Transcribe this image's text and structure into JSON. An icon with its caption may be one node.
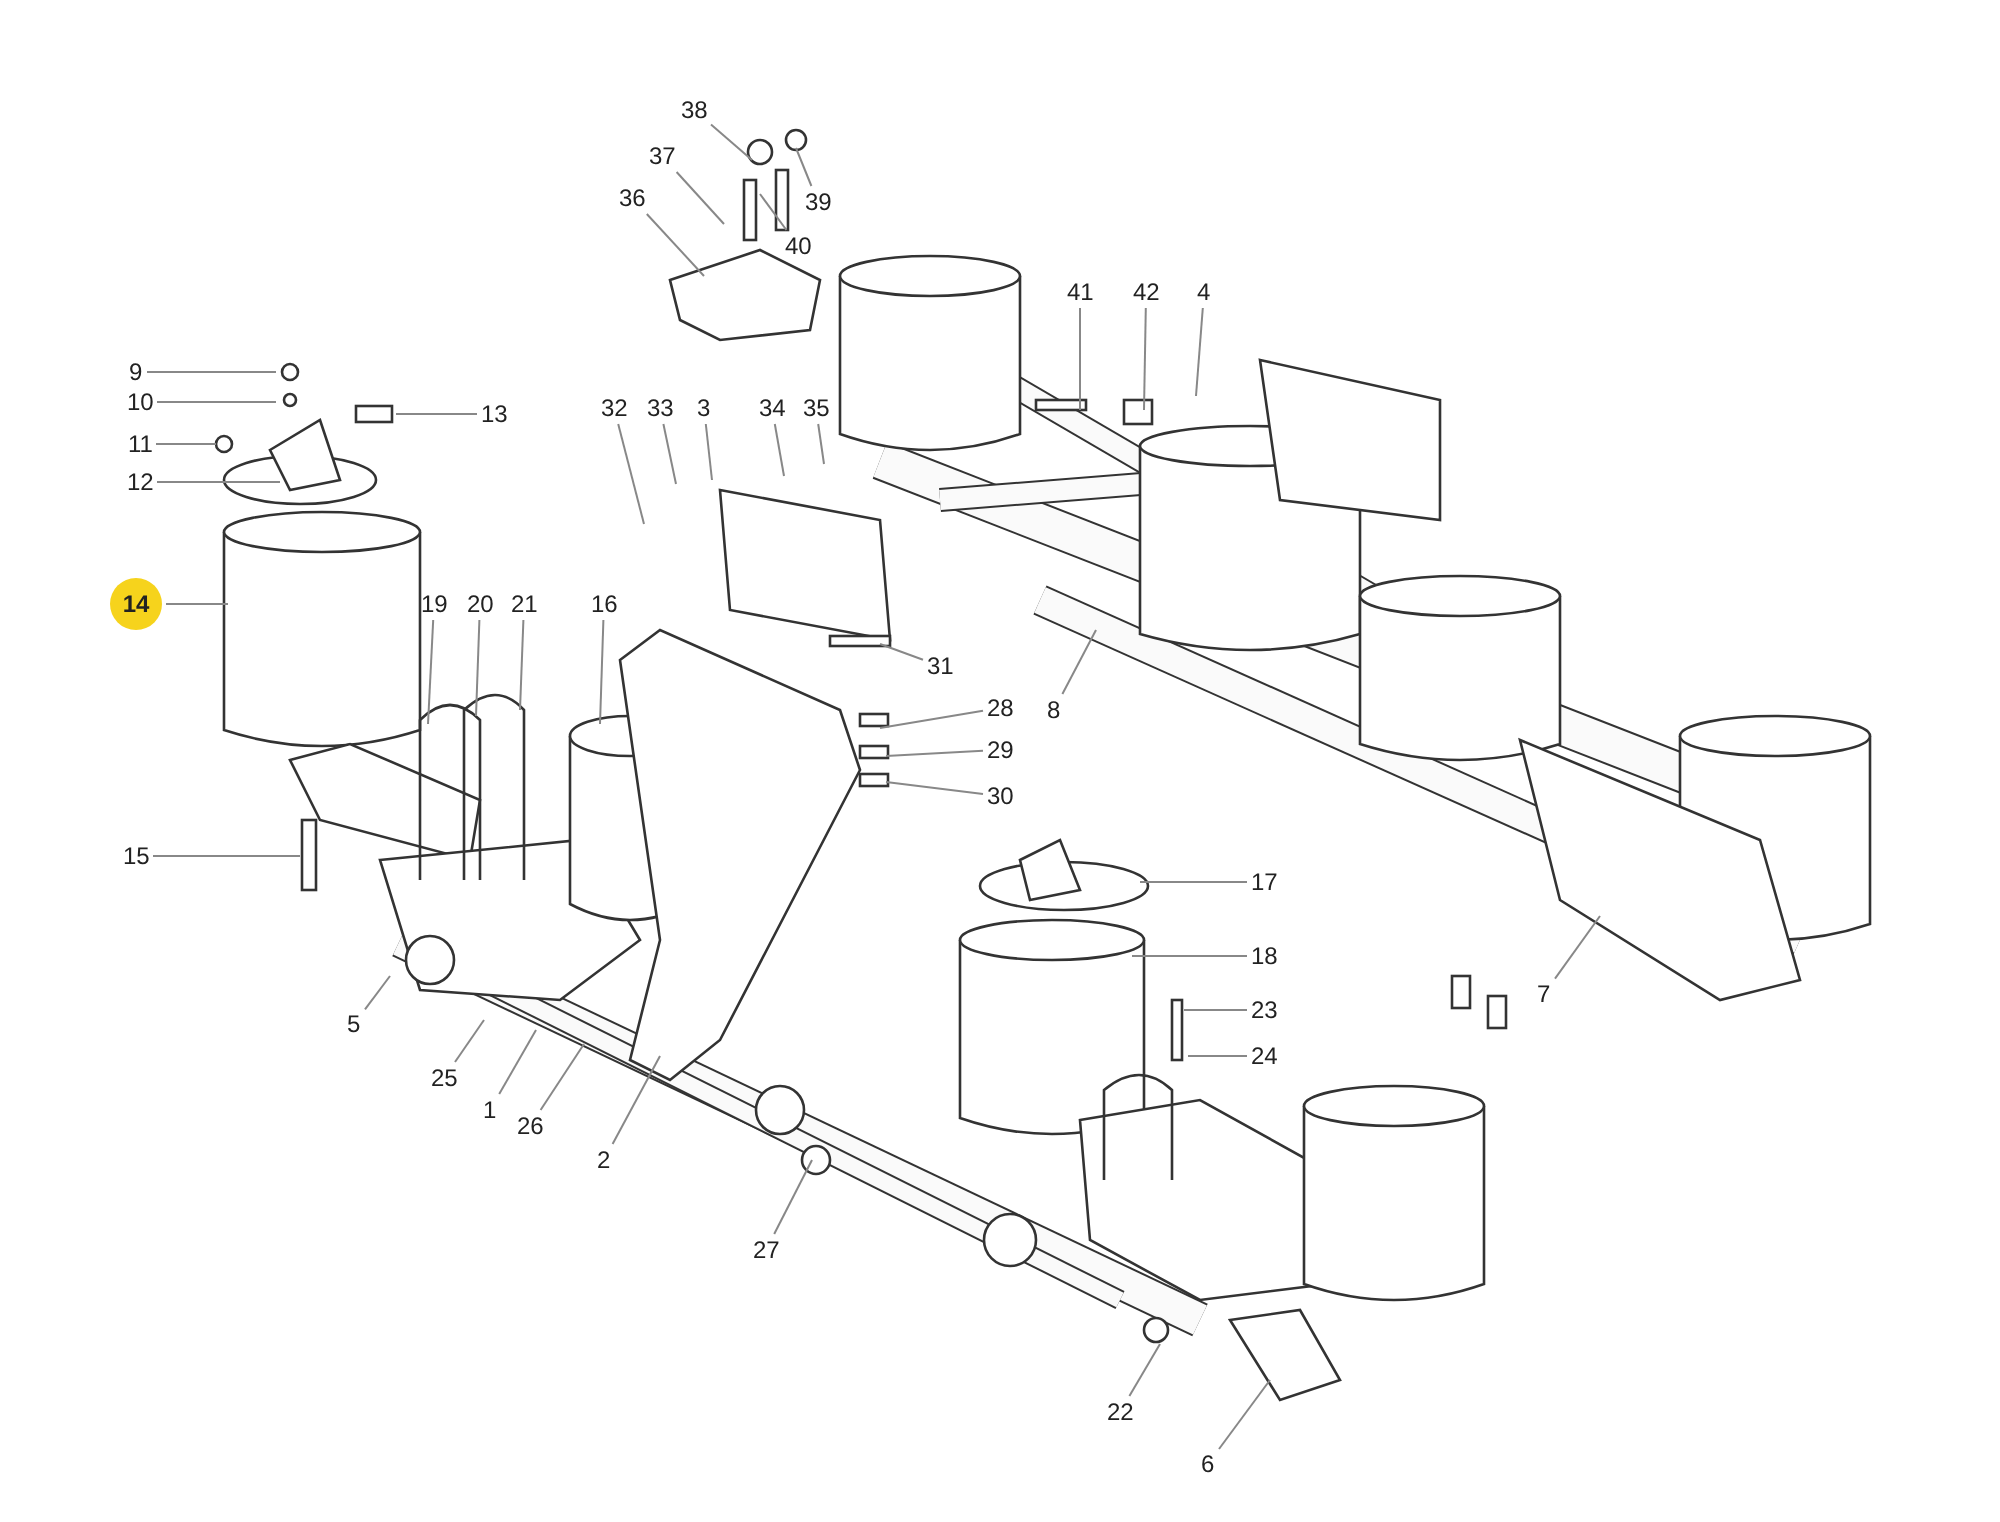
{
  "diagram": {
    "nodes": [
      {
        "text": [
          "38"
        ]
      },
      {
        "text": [
          "37"
        ]
      },
      {
        "text": [
          "36"
        ]
      },
      {
        "text": [
          "39"
        ]
      },
      {
        "text": [
          "40"
        ]
      },
      {
        "text": [
          "41"
        ]
      },
      {
        "text": [
          "42"
        ]
      },
      {
        "text": [
          "4"
        ]
      },
      {
        "text": [
          "9"
        ]
      },
      {
        "text": [
          "10"
        ]
      },
      {
        "text": [
          "32"
        ]
      },
      {
        "text": [
          "33"
        ]
      },
      {
        "text": [
          "3"
        ]
      },
      {
        "text": [
          "34"
        ]
      },
      {
        "text": [
          "35"
        ]
      },
      {
        "text": [
          "13"
        ]
      },
      {
        "text": [
          "11"
        ]
      },
      {
        "text": [
          "12"
        ]
      },
      {
        "text": [
          "14"
        ]
      },
      {
        "text": [
          "19"
        ]
      },
      {
        "text": [
          "20"
        ]
      },
      {
        "text": [
          "21"
        ]
      },
      {
        "text": [
          "16"
        ]
      },
      {
        "text": [
          "31"
        ]
      },
      {
        "text": [
          "28"
        ]
      },
      {
        "text": [
          "8"
        ]
      },
      {
        "text": [
          "29"
        ]
      },
      {
        "text": [
          "30"
        ]
      },
      {
        "text": [
          "15"
        ]
      },
      {
        "text": [
          "17"
        ]
      },
      {
        "text": [
          "18"
        ]
      },
      {
        "text": [
          "7"
        ]
      },
      {
        "text": [
          "23"
        ]
      },
      {
        "text": [
          "5"
        ]
      },
      {
        "text": [
          "24"
        ]
      },
      {
        "text": [
          "25"
        ]
      },
      {
        "text": [
          "1"
        ]
      },
      {
        "text": [
          "26"
        ]
      },
      {
        "text": [
          "2"
        ]
      },
      {
        "text": [
          "27"
        ]
      },
      {
        "text": [
          "22"
        ]
      },
      {
        "text": [
          "6"
        ]
      }
    ],
    "edges": [
      {
        "from": 0,
        "to": null,
        "arrow": "none"
      },
      {
        "from": 1,
        "to": null,
        "arrow": "none"
      },
      {
        "from": 2,
        "to": null,
        "arrow": "none"
      },
      {
        "from": 3,
        "to": null,
        "arrow": "none"
      },
      {
        "from": 4,
        "to": null,
        "arrow": "none"
      },
      {
        "from": 5,
        "to": null,
        "arrow": "none"
      },
      {
        "from": 6,
        "to": null,
        "arrow": "none"
      },
      {
        "from": 7,
        "to": null,
        "arrow": "none"
      },
      {
        "from": 8,
        "to": null,
        "arrow": "none"
      },
      {
        "from": 9,
        "to": null,
        "arrow": "none"
      },
      {
        "from": 10,
        "to": null,
        "arrow": "none"
      },
      {
        "from": 11,
        "to": null,
        "arrow": "none"
      },
      {
        "from": 12,
        "to": null,
        "arrow": "none"
      },
      {
        "from": 13,
        "to": null,
        "arrow": "none"
      },
      {
        "from": 14,
        "to": null,
        "arrow": "none"
      },
      {
        "from": 15,
        "to": null,
        "arrow": "none"
      },
      {
        "from": 16,
        "to": null,
        "arrow": "none"
      },
      {
        "from": 17,
        "to": null,
        "arrow": "none"
      },
      {
        "from": 18,
        "to": null,
        "arrow": "none"
      },
      {
        "from": 19,
        "to": null,
        "arrow": "none"
      },
      {
        "from": 20,
        "to": null,
        "arrow": "none"
      },
      {
        "from": 21,
        "to": null,
        "arrow": "none"
      },
      {
        "from": 22,
        "to": null,
        "arrow": "none"
      },
      {
        "from": 23,
        "to": null,
        "arrow": "none"
      },
      {
        "from": 24,
        "to": null,
        "arrow": "none"
      },
      {
        "from": 25,
        "to": null,
        "arrow": "none"
      },
      {
        "from": 26,
        "to": null,
        "arrow": "none"
      },
      {
        "from": 27,
        "to": null,
        "arrow": "none"
      },
      {
        "from": 28,
        "to": null,
        "arrow": "none"
      },
      {
        "from": 29,
        "to": null,
        "arrow": "none"
      },
      {
        "from": 30,
        "to": null,
        "arrow": "none"
      },
      {
        "from": 31,
        "to": null,
        "arrow": "none"
      },
      {
        "from": 32,
        "to": null,
        "arrow": "none"
      },
      {
        "from": 33,
        "to": null,
        "arrow": "none"
      },
      {
        "from": 34,
        "to": null,
        "arrow": "none"
      },
      {
        "from": 35,
        "to": null,
        "arrow": "none"
      },
      {
        "from": 36,
        "to": null,
        "arrow": "none"
      },
      {
        "from": 37,
        "to": null,
        "arrow": "none"
      },
      {
        "from": 38,
        "to": null,
        "arrow": "none"
      },
      {
        "from": 39,
        "to": null,
        "arrow": "none"
      },
      {
        "from": 40,
        "to": null,
        "arrow": "none"
      },
      {
        "from": 41,
        "to": null,
        "arrow": "none"
      }
    ]
  }
}
